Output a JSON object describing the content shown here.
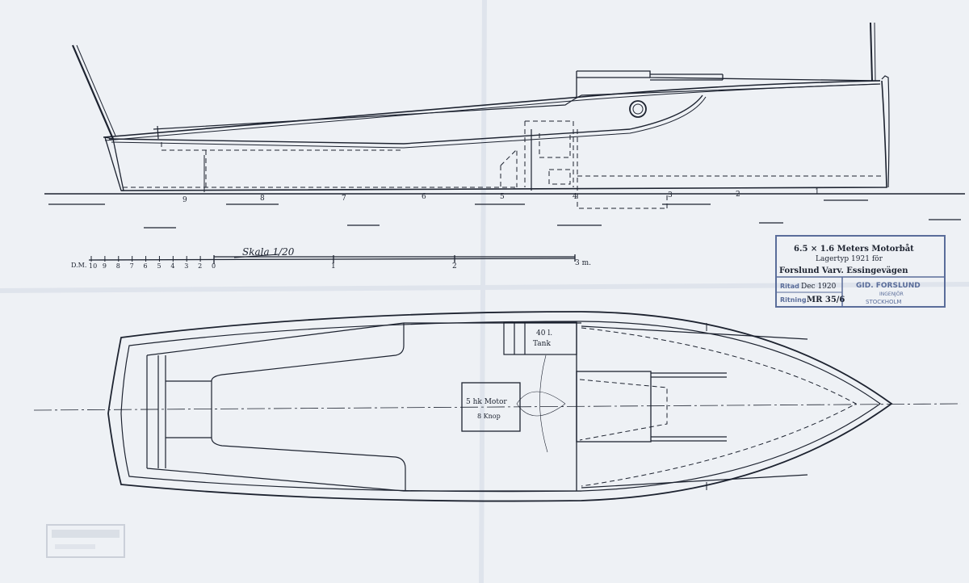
{
  "title_block": {
    "line1": "6.5 × 1.6 Meters Motorbåt",
    "line2": "Lagertyp 1921 för",
    "line3": "Forslund Varv. Essingevägen",
    "drawn_label": "Ritad",
    "drawn_value": "Dec 1920",
    "number_label": "Ritning",
    "number_value": "MR 35/6"
  },
  "stamp": {
    "name": "GID. FORSLUND",
    "title": "INGENJÖR",
    "city": "STOCKHOLM"
  },
  "scale": {
    "title": "Skala 1/20",
    "dm_label": "D.M.",
    "dm_ticks": [
      "10",
      "9",
      "8",
      "7",
      "6",
      "5",
      "4",
      "3",
      "2",
      "0"
    ],
    "major_ticks": [
      "1",
      "2",
      "3 m."
    ]
  },
  "profile": {
    "stations": [
      "9",
      "8",
      "7",
      "6",
      "5",
      "4",
      "3",
      "2",
      "1"
    ]
  },
  "plan": {
    "tank_line1": "40 l.",
    "tank_line2": "Tank",
    "motor_line1": "5 hk Motor",
    "motor_line2": "8 Knop"
  },
  "colors": {
    "paper": "#eef1f5",
    "ink": "#1d2330",
    "stamp": "#5a6d9a"
  }
}
